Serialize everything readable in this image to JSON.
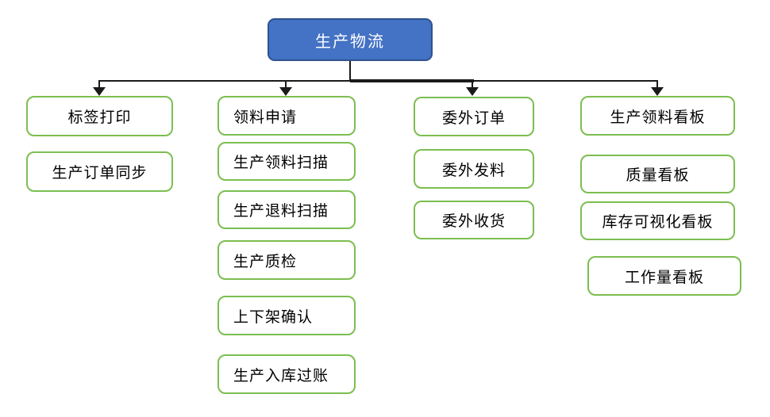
{
  "root": {
    "label": "生产物流"
  },
  "columns": [
    {
      "name": "column-1",
      "boxes": [
        {
          "label": "标签打印"
        },
        {
          "label": "生产订单同步"
        }
      ]
    },
    {
      "name": "column-2",
      "boxes": [
        {
          "label": "领料申请"
        },
        {
          "label": "生产领料扫描"
        },
        {
          "label": "生产退料扫描"
        },
        {
          "label": "生产质检"
        },
        {
          "label": "上下架确认"
        },
        {
          "label": "生产入库过账"
        }
      ]
    },
    {
      "name": "column-3",
      "boxes": [
        {
          "label": "委外订单"
        },
        {
          "label": "委外发料"
        },
        {
          "label": "委外收货"
        }
      ]
    },
    {
      "name": "column-4",
      "boxes": [
        {
          "label": "生产领料看板"
        },
        {
          "label": "质量看板"
        },
        {
          "label": "库存可视化看板"
        },
        {
          "label": "工作量看板"
        }
      ]
    }
  ],
  "colors": {
    "root_fill": "#4472C4",
    "root_border": "#2F528F",
    "root_text": "#FFFFFF",
    "node_border": "#7CBE50",
    "node_fill": "#FFFFFF",
    "node_text": "#000000",
    "connector": "#1a1a1a"
  }
}
